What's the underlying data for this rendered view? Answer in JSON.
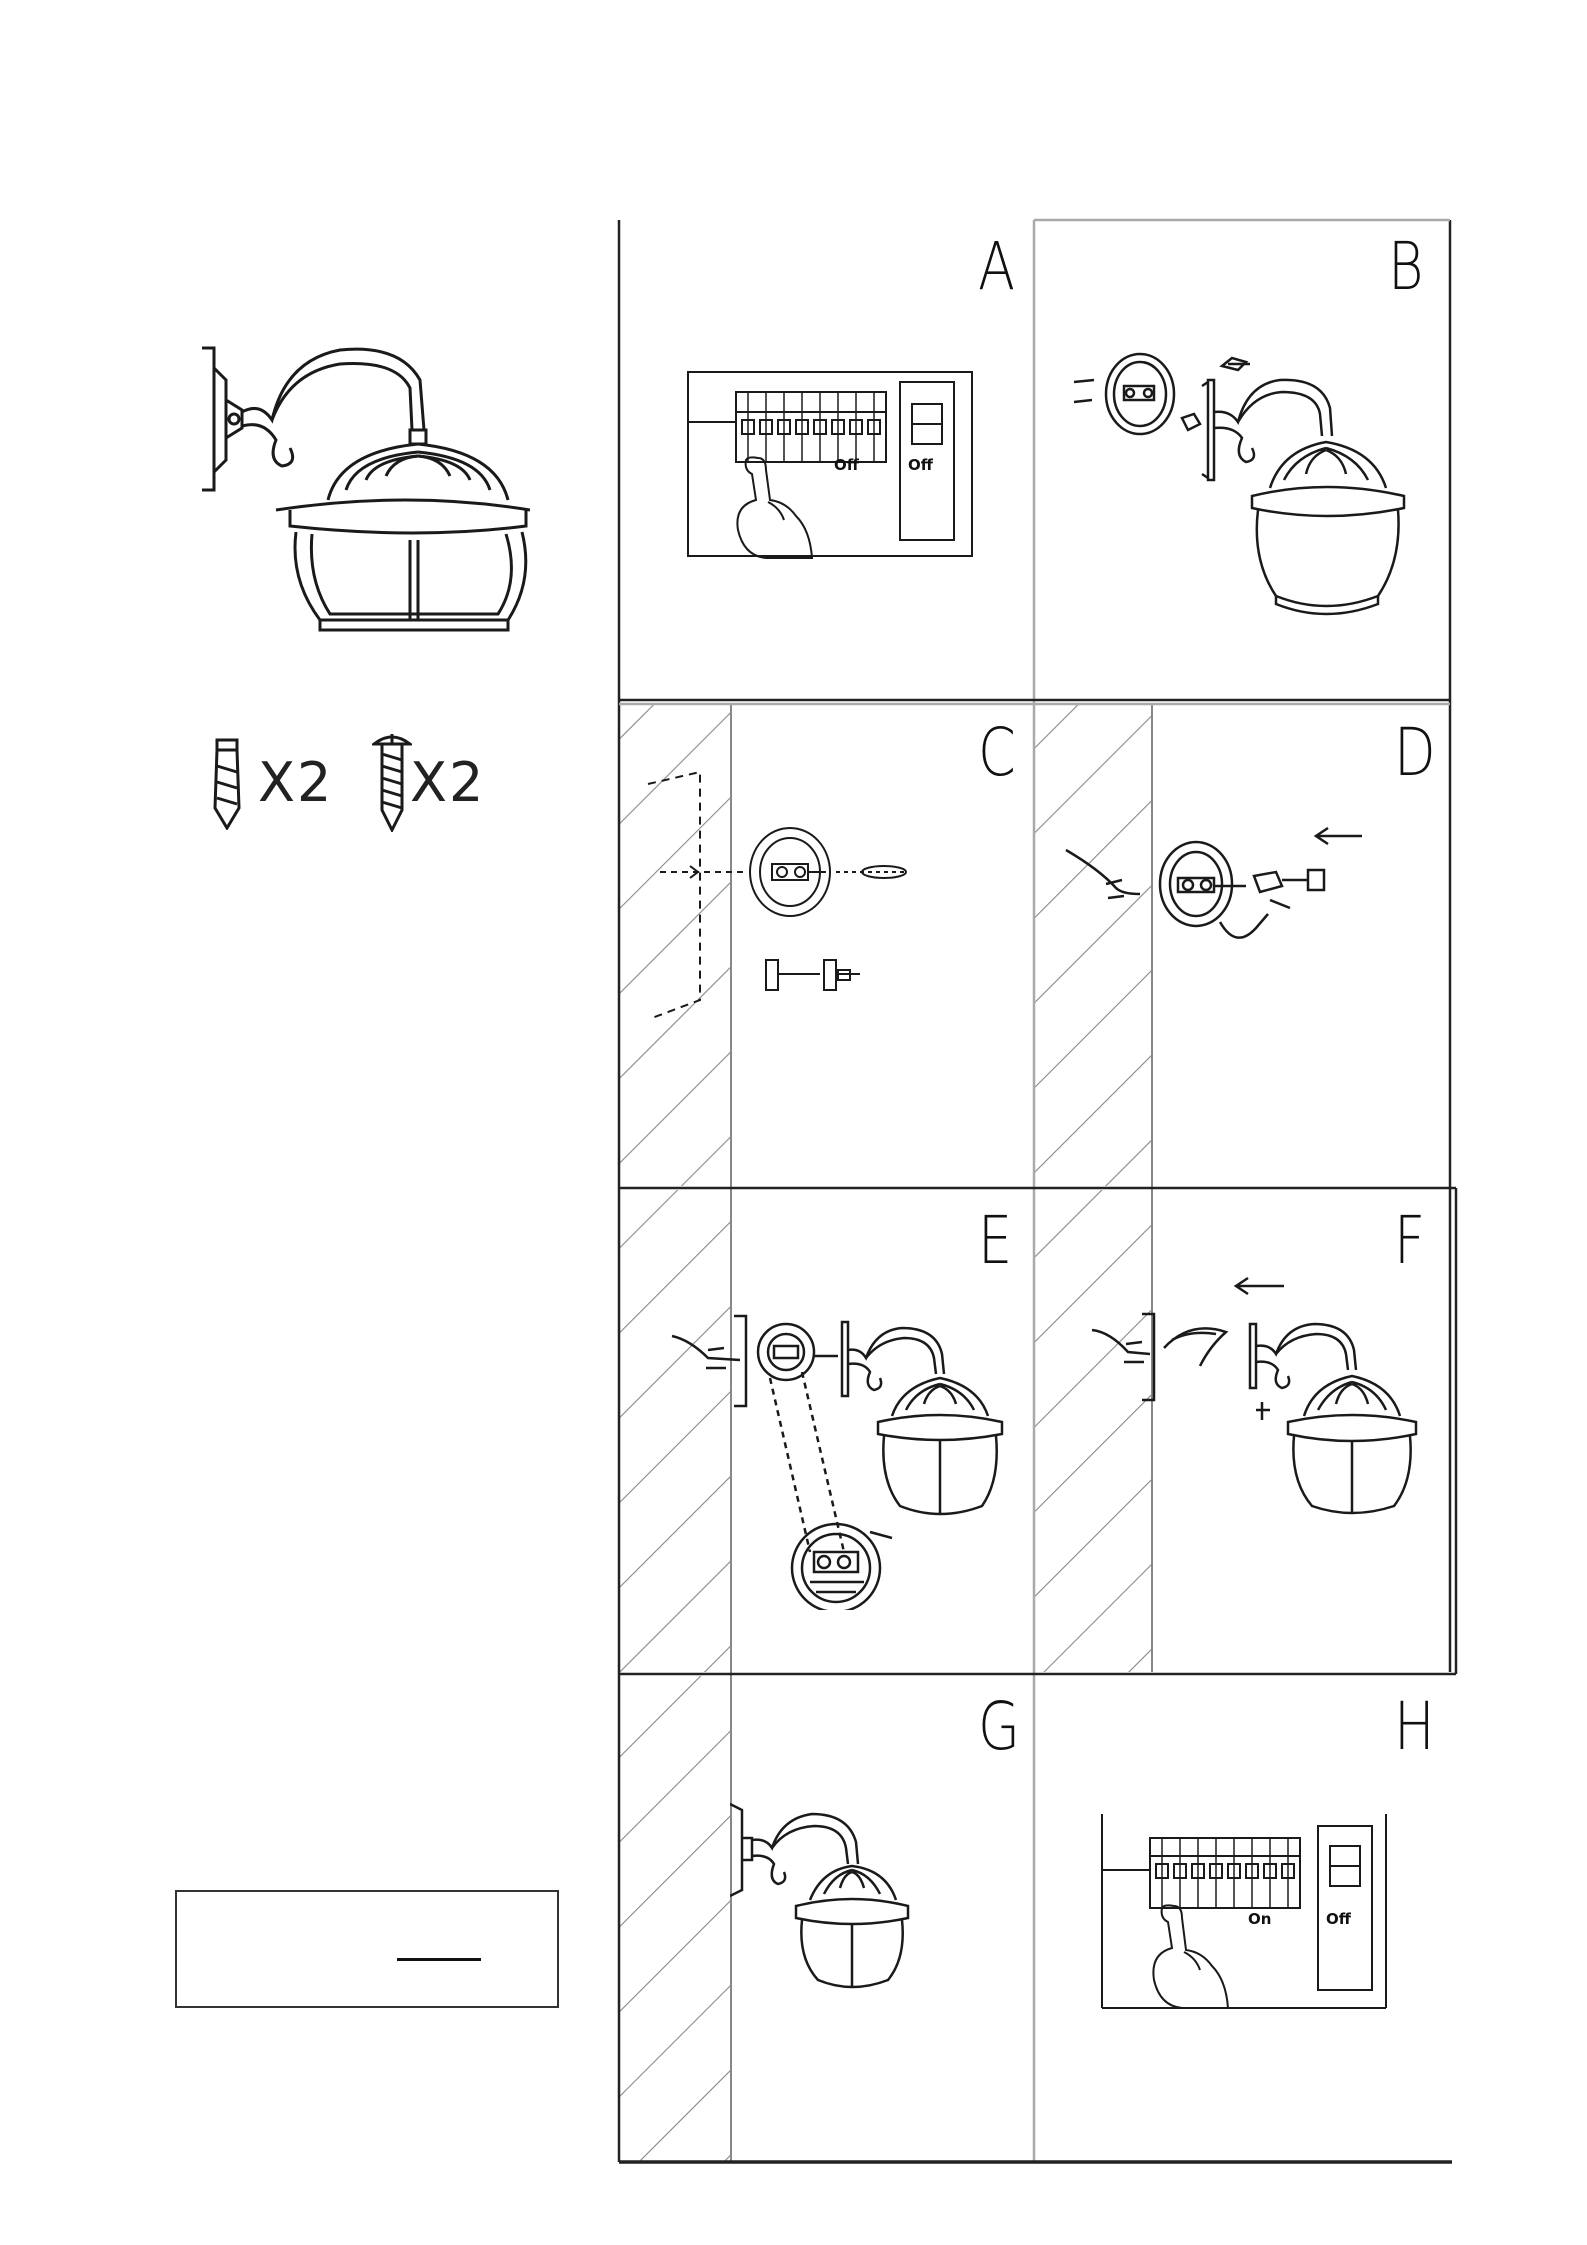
{
  "hardware": {
    "anchor_qty": "X2",
    "screw_qty": "X2",
    "anchor_icon": "wall-anchor-icon",
    "screw_icon": "wood-screw-icon"
  },
  "steps": [
    {
      "letter": "A",
      "switch_label": "Off",
      "breaker_label": "Off"
    },
    {
      "letter": "B"
    },
    {
      "letter": "C"
    },
    {
      "letter": "D"
    },
    {
      "letter": "E"
    },
    {
      "letter": "F"
    },
    {
      "letter": "G"
    },
    {
      "letter": "H",
      "switch_label": "On",
      "breaker_label": "Off"
    }
  ],
  "colors": {
    "line": "#1a1a1a",
    "hatch": "#555555"
  }
}
